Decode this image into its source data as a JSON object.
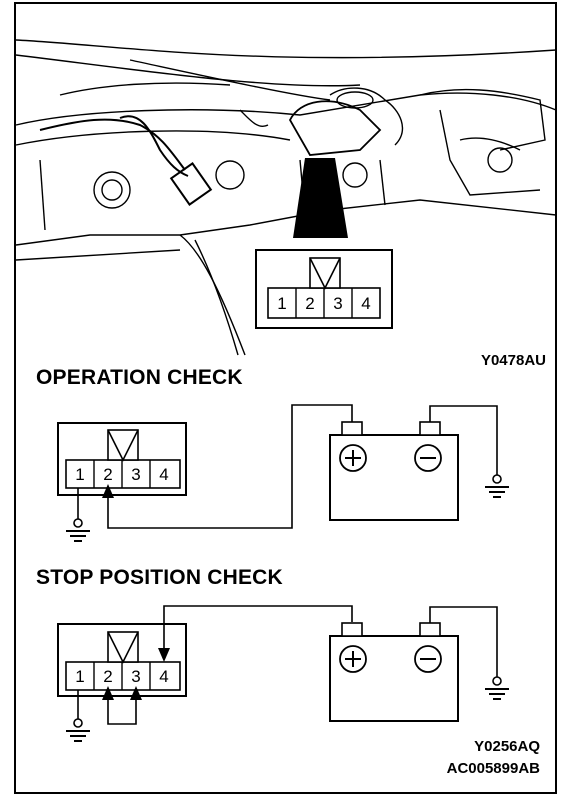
{
  "codes": {
    "top_figure": "Y0478AU",
    "bottom_figure_1": "Y0256AQ",
    "bottom_figure_2": "AC005899AB"
  },
  "sections": {
    "operation_check": "OPERATION CHECK",
    "stop_position_check": "STOP POSITION CHECK"
  },
  "connector_pins": [
    "1",
    "2",
    "3",
    "4"
  ]
}
